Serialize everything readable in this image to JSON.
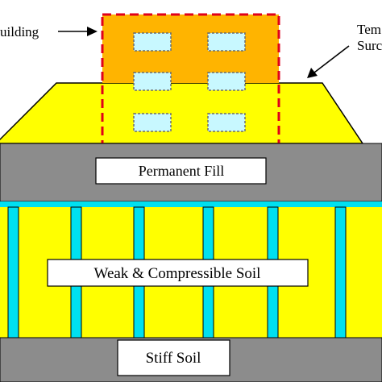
{
  "labels": {
    "building": "uilding",
    "temporary_surcharge_line1": "Tem",
    "temporary_surcharge_line2": "Surc",
    "permanent_fill": "Permanent Fill",
    "weak_soil": "Weak & Compressible Soil",
    "stiff_soil": "Stiff Soil"
  },
  "colors": {
    "fill_yellow": "#ffff00",
    "building_orange": "#ffb400",
    "window_cyan": "#c8f8ff",
    "drain_cyan": "#00e0f0",
    "layer_gray": "#8c8c8c",
    "dashed_red": "#e0001a",
    "label_box": "#ffffff"
  }
}
